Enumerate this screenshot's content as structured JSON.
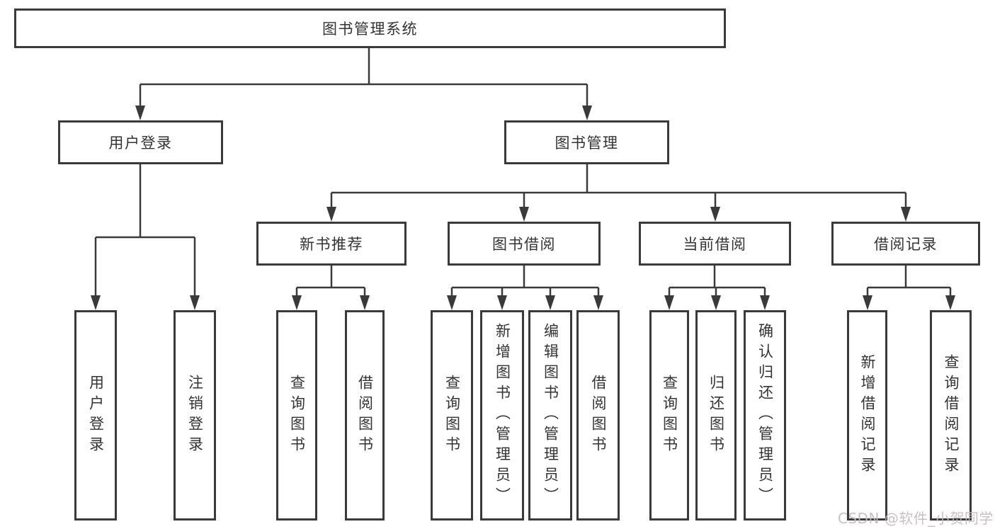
{
  "diagram": {
    "tree": {
      "label": "图书管理系统",
      "children": [
        {
          "label": "用户登录",
          "children": [
            {
              "label": "用户登录"
            },
            {
              "label": "注销登录"
            }
          ]
        },
        {
          "label": "图书管理",
          "children": [
            {
              "label": "新书推荐",
              "children": [
                {
                  "label": "查询图书"
                },
                {
                  "label": "借阅图书"
                }
              ]
            },
            {
              "label": "图书借阅",
              "children": [
                {
                  "label": "查询图书"
                },
                {
                  "label": "新增图书（管理员）"
                },
                {
                  "label": "编辑图书（管理员）"
                },
                {
                  "label": "借阅图书"
                }
              ]
            },
            {
              "label": "当前借阅",
              "children": [
                {
                  "label": "查询图书"
                },
                {
                  "label": "归还图书"
                },
                {
                  "label": "确认归还（管理员）"
                }
              ]
            },
            {
              "label": "借阅记录",
              "children": [
                {
                  "label": "新增借阅记录"
                },
                {
                  "label": "查询借阅记录"
                }
              ]
            }
          ]
        }
      ]
    },
    "watermark": "CSDN @软件_小贺同学",
    "colors": {
      "line": "#3a3a3a",
      "text": "#333333",
      "background": "#ffffff",
      "watermark": "#c4babe"
    }
  }
}
